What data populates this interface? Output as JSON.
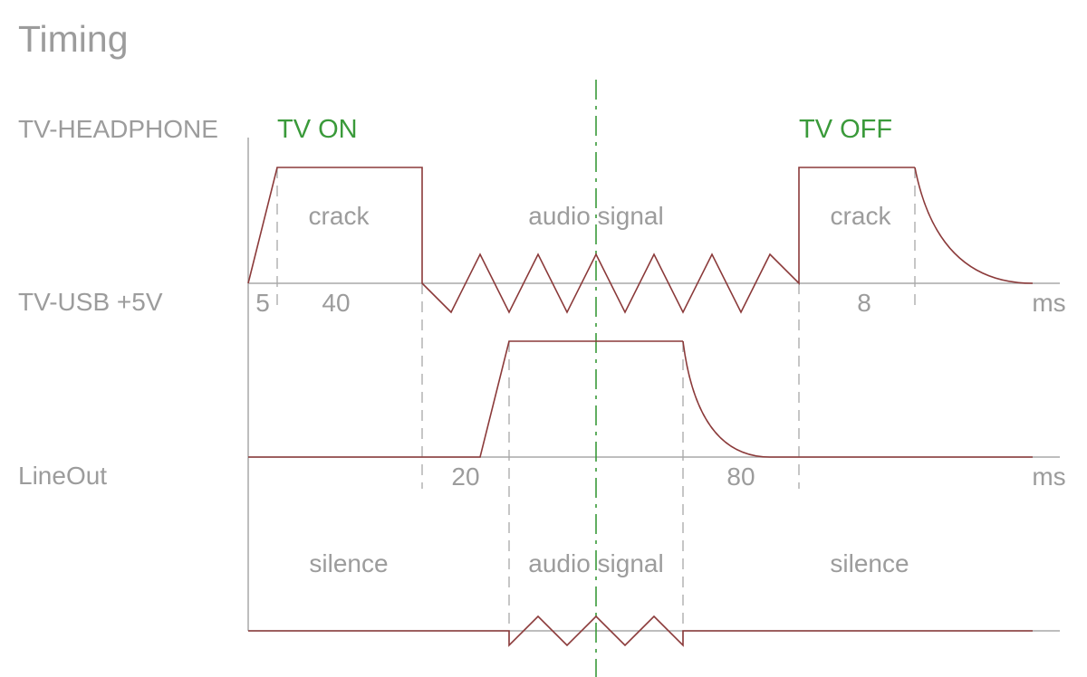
{
  "title": "Timing",
  "rows": {
    "headphone": "TV-HEADPHONE",
    "usb": "TV-USB +5V",
    "lineout": "LineOut"
  },
  "events": {
    "on": "TV ON",
    "off": "TV OFF"
  },
  "regions": {
    "crack_on": "crack",
    "audio_top": "audio signal",
    "crack_off": "crack",
    "silence_left": "silence",
    "audio_bottom": "audio signal",
    "silence_right": "silence"
  },
  "durations": {
    "d5": "5",
    "d40": "40",
    "d8": "8",
    "d20": "20",
    "d80": "80"
  },
  "units": {
    "ms_top": "ms",
    "ms_mid": "ms"
  },
  "colors": {
    "signal": "#8b3a3a",
    "event": "#3a9a3a",
    "label": "#9c9c9c"
  }
}
